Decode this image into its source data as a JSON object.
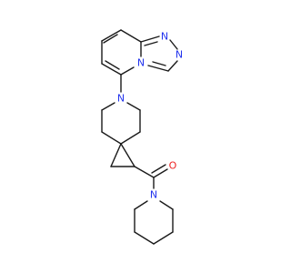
{
  "molecule": {
    "atoms": [
      {
        "id": "N_triazole_1",
        "symbol": "N",
        "color": "#2233ee"
      },
      {
        "id": "N_triazole_2",
        "symbol": "N",
        "color": "#2233ee"
      },
      {
        "id": "N_bridge",
        "symbol": "N",
        "color": "#2233ee"
      },
      {
        "id": "N_spiro",
        "symbol": "N",
        "color": "#2233ee"
      },
      {
        "id": "O_carbonyl",
        "symbol": "O",
        "color": "#ee2222"
      },
      {
        "id": "N_piperidine",
        "symbol": "N",
        "color": "#2233ee"
      }
    ]
  }
}
